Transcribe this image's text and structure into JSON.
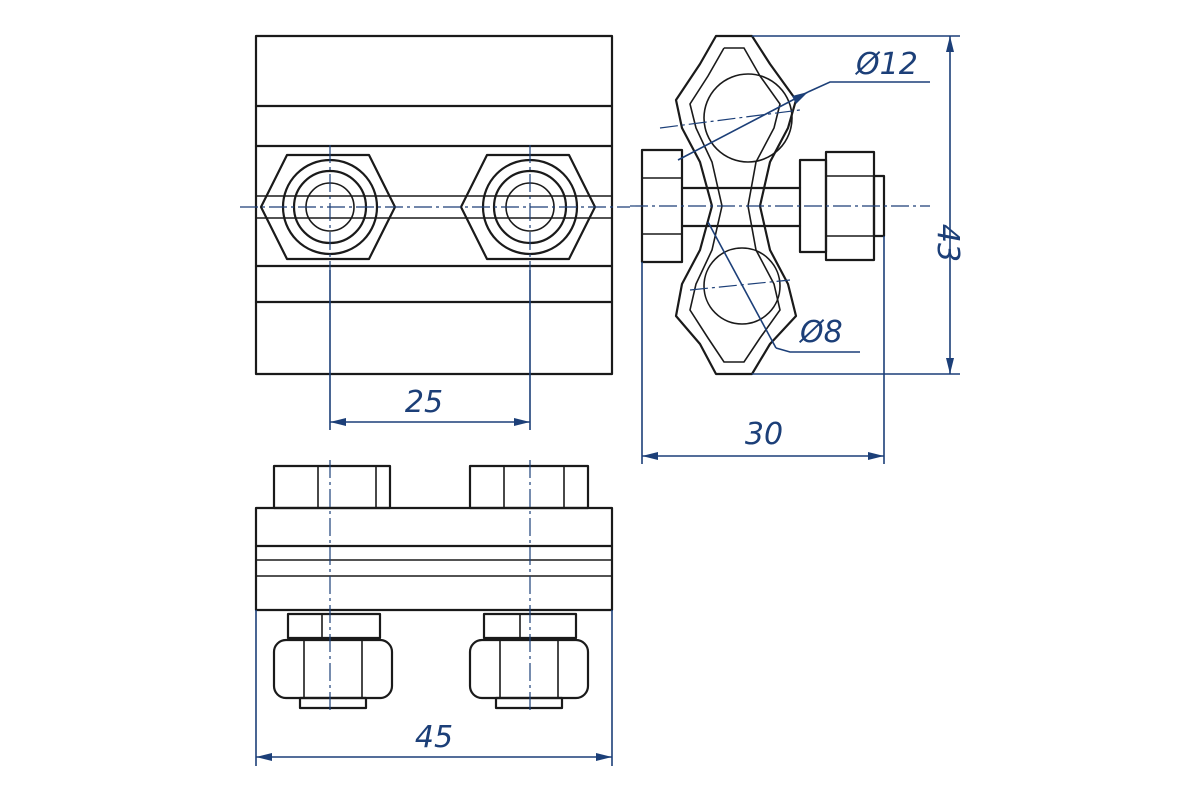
{
  "dimensions": {
    "bolt_spacing": "25",
    "overall_width": "45",
    "depth": "30",
    "height": "43",
    "large_groove_dia": "Ø12",
    "small_groove_dia": "Ø8"
  }
}
